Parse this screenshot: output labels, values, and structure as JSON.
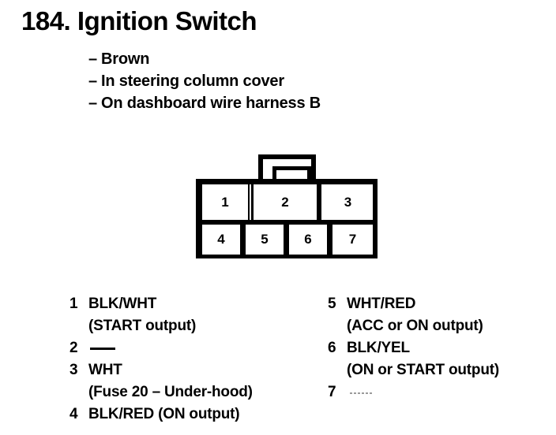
{
  "header": {
    "number": "184.",
    "title": "Ignition Switch",
    "full_title": "184. Ignition Switch",
    "notes": [
      "Brown",
      "In steering column cover",
      "On dashboard wire harness B"
    ],
    "note_dash": "–"
  },
  "connector": {
    "name": "ignition-switch-connector",
    "cavity_count": 7,
    "top_row": [
      "1",
      "2",
      "3"
    ],
    "bottom_row": [
      "4",
      "5",
      "6",
      "7"
    ],
    "latch": "locking-tab"
  },
  "legend": {
    "left": [
      {
        "pin": "1",
        "wire": "BLK/WHT",
        "detail": "(START output)",
        "unused": false
      },
      {
        "pin": "2",
        "wire": "",
        "detail": "",
        "unused": true,
        "mark": "—"
      },
      {
        "pin": "3",
        "wire": "WHT",
        "detail": "(Fuse 20 – Under-hood)",
        "unused": false
      },
      {
        "pin": "4",
        "wire": "BLK/RED (ON output)",
        "detail": "",
        "unused": false
      }
    ],
    "right": [
      {
        "pin": "5",
        "wire": "WHT/RED",
        "detail": "(ACC or ON output)",
        "unused": false
      },
      {
        "pin": "6",
        "wire": "BLK/YEL",
        "detail": "(ON or START output)",
        "unused": false
      },
      {
        "pin": "7",
        "wire": "",
        "detail": "",
        "unused": true,
        "mark": "—"
      }
    ]
  },
  "colors": {
    "ink": "#000000",
    "page": "#ffffff",
    "faded_ink": "#9a9a9a"
  }
}
